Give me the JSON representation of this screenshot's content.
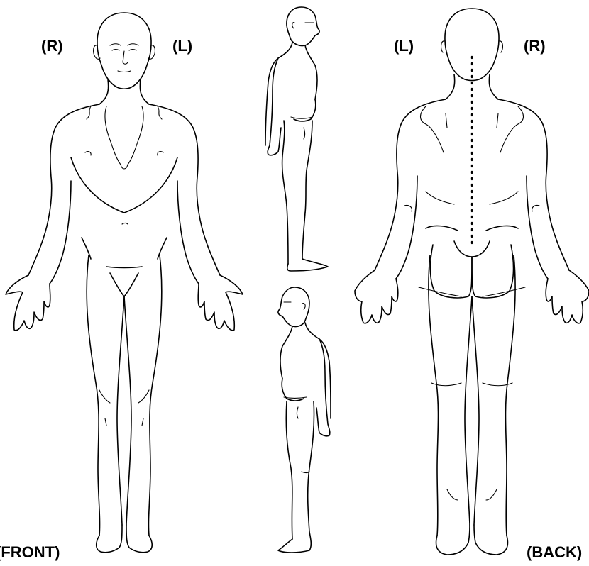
{
  "labels": {
    "front_right": "(R)",
    "front_left": "(L)",
    "back_left": "(L)",
    "back_right": "(R)",
    "front": "(FRONT)",
    "back": "(BACK)"
  },
  "views": [
    "front",
    "right-side",
    "left-side",
    "back"
  ],
  "line_color": "#000000",
  "background": "#ffffff"
}
